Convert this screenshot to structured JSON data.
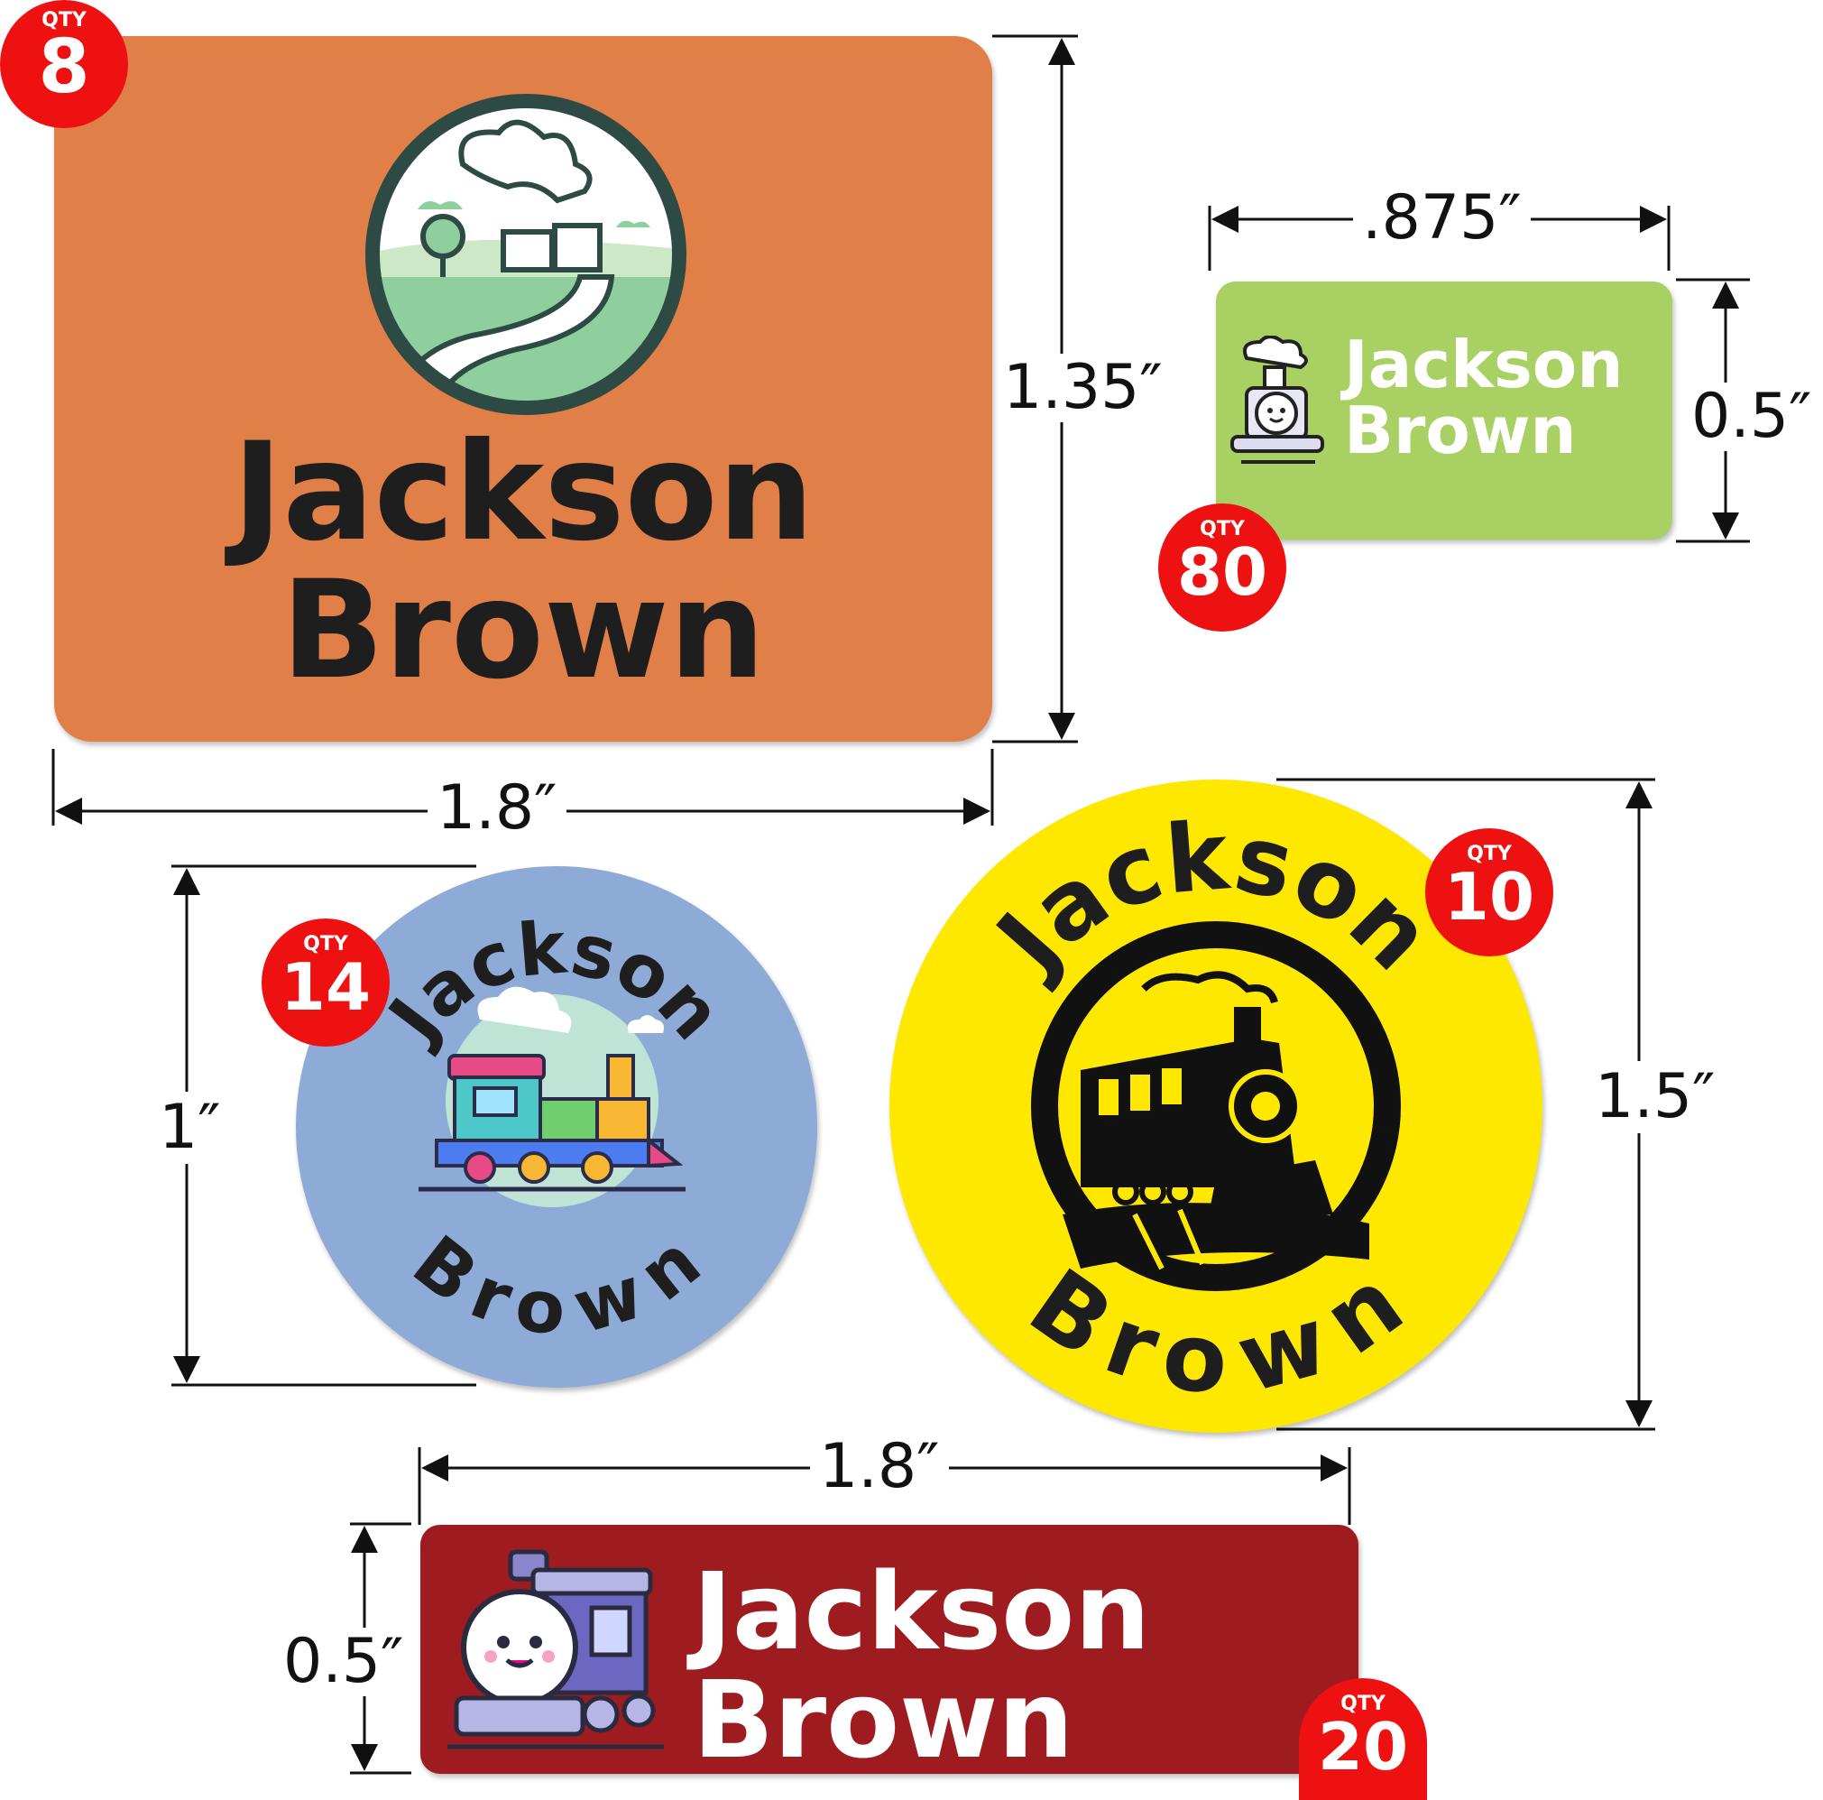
{
  "labels": [
    {
      "id": "orange-rect",
      "first": "Jackson",
      "last": "Brown",
      "qty_caption": "QTY",
      "qty": "8",
      "width": "1.8″",
      "height": "1.35″",
      "color": "#e07f48",
      "icon": "landscape-train-icon"
    },
    {
      "id": "green-small",
      "first": "Jackson",
      "last": "Brown",
      "qty_caption": "QTY",
      "qty": "80",
      "width": ".875″",
      "height": "0.5″",
      "color": "#a8d063",
      "icon": "cartoon-train-icon"
    },
    {
      "id": "blue-circle",
      "first": "Jackson",
      "last": "Brown",
      "qty_caption": "QTY",
      "qty": "14",
      "height": "1″",
      "color": "#8eabd8",
      "icon": "colorful-train-icon"
    },
    {
      "id": "yellow-circle",
      "first": "Jackson",
      "last": "Brown",
      "qty_caption": "QTY",
      "qty": "10",
      "height": "1.5″",
      "color": "#ffe800",
      "icon": "steam-locomotive-icon"
    },
    {
      "id": "red-rect",
      "first": "Jackson",
      "last": "Brown",
      "qty_caption": "QTY",
      "qty": "20",
      "width": "1.8″",
      "height": "0.5″",
      "color": "#9e1c20",
      "icon": "purple-train-icon"
    }
  ],
  "colors": {
    "badge": "#ee1111",
    "text_dark": "#1e1e1e",
    "text_light": "#ffffff"
  }
}
